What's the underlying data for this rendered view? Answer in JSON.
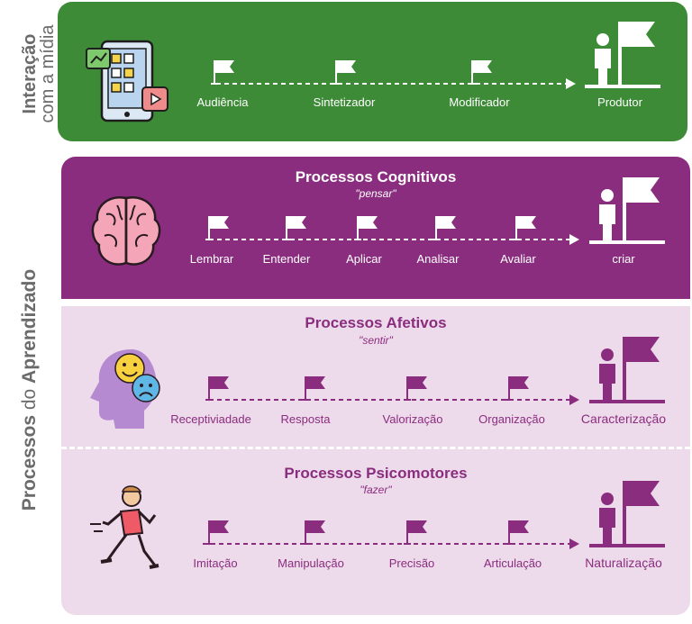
{
  "side_labels": {
    "interaction_bold": "Interação",
    "interaction_rest": "com a mídia",
    "learning_bold": "Processos",
    "learning_mid": "do",
    "learning_bold2": "Aprendizado"
  },
  "sections": {
    "interacao": {
      "steps": [
        "Audiência",
        "Sintetizador",
        "Modificador"
      ],
      "final": "Produtor",
      "icon": "tablet-media-icon"
    },
    "cognitivos": {
      "title": "Processos Cognitivos",
      "subtitle": "\"pensar\"",
      "steps": [
        "Lembrar",
        "Entender",
        "Aplicar",
        "Analisar",
        "Avaliar"
      ],
      "final": "criar",
      "icon": "brain-icon"
    },
    "afetivos": {
      "title": "Processos Afetivos",
      "subtitle": "\"sentir\"",
      "steps": [
        "Receptiviadade",
        "Resposta",
        "Valorização",
        "Organização"
      ],
      "final": "Caracterização",
      "icon": "emotions-head-icon"
    },
    "psicomotores": {
      "title": "Processos Psicomotores",
      "subtitle": "\"fazer\"",
      "steps": [
        "Imitação",
        "Manipulação",
        "Precisão",
        "Articulação"
      ],
      "final": "Naturalização",
      "icon": "running-person-icon"
    }
  },
  "colors": {
    "green": "#3d8b37",
    "purple": "#8b2d7f",
    "light_purple": "#eddaea",
    "gray_text": "#6b6b6b"
  }
}
